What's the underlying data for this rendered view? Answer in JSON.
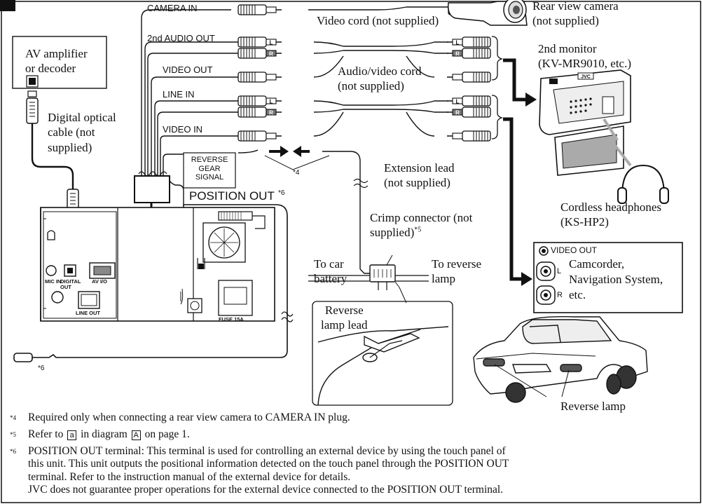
{
  "plugs": {
    "camera_in": "CAMERA IN",
    "second_audio_out": "2nd AUDIO OUT",
    "video_out": "VIDEO OUT",
    "line_in": "LINE IN",
    "video_in": "VIDEO IN",
    "left_mark": "L",
    "right_mark": "R"
  },
  "unit": {
    "mic_in": "MIC IN",
    "digital_out": "DIGITAL OUT",
    "av_io": "AV I/O",
    "line_out": "LINE OUT",
    "fuse": "FUSE 15A",
    "position_out": "POSITION OUT",
    "position_out_mark": "*6",
    "reverse_gear_signal": [
      "REVERSE",
      "GEAR",
      "SIGNAL"
    ],
    "reverse_mark": "*4",
    "cable_end_mark": "*6"
  },
  "labels": {
    "video_cord": "Video cord (not supplied)",
    "rear_camera": [
      "Rear view camera",
      "(not supplied)"
    ],
    "second_monitor": [
      "2nd monitor",
      "(KV-MR9010, etc.)"
    ],
    "av_cord": [
      "Audio/video cord",
      "(not supplied)"
    ],
    "amplifier": [
      "AV amplifier",
      "or decoder"
    ],
    "optical_cable": [
      "Digital optical",
      "cable (not",
      "supplied)"
    ],
    "extension_lead": [
      "Extension lead",
      "(not supplied)"
    ],
    "crimp_connector": [
      "Crimp connector (not",
      "supplied)"
    ],
    "crimp_mark": "*5",
    "headphones": [
      "Cordless headphones",
      "(KS-HP2)"
    ],
    "to_battery": [
      "To car",
      "battery"
    ],
    "to_lamp": [
      "To reverse",
      "lamp"
    ],
    "reverse_lamp_lead": [
      "Reverse",
      "lamp lead"
    ],
    "device_video_out": "VIDEO OUT",
    "devices": [
      "Camcorder,",
      "Navigation System,",
      "etc."
    ],
    "reverse_lamp": "Reverse lamp",
    "monitor_brand": "JVC"
  },
  "notes": [
    {
      "mark": "*4",
      "text": "Required only when connecting a rear view camera to CAMERA IN plug."
    },
    {
      "mark": "*5",
      "pre": "Refer to",
      "ref1": "a",
      "mid": "in diagram",
      "ref2": "A",
      "post": "on page 1."
    },
    {
      "mark": "*6",
      "lines": [
        "POSITION OUT terminal: This terminal is used for controlling an external device by using the touch panel of",
        "this unit. This unit outputs the positional information detected on the touch panel through the POSITION OUT",
        "terminal. Refer to the instruction manual of the external device for details.",
        "JVC does not guarantee proper operations for the external device connected to the POSITION OUT terminal."
      ]
    }
  ]
}
